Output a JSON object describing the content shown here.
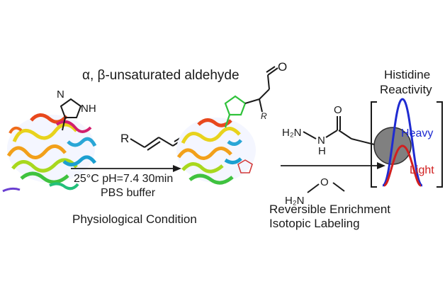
{
  "reagent": "α, β-unsaturated aldehyde",
  "conditions": {
    "line1": "25°C pH=7.4 30min",
    "line2": "PBS buffer"
  },
  "physiological": "Physiological Condition",
  "workup": {
    "line1": "Reversible Enrichment",
    "line2": "Isotopic Labeling"
  },
  "readout": {
    "title_line1": "Histidine",
    "title_line2": "Reactivity",
    "heavy": "Heavy",
    "light": "Light",
    "heavy_color": "#1f2bd1",
    "light_color": "#d11f1f"
  },
  "chem": {
    "R": "R",
    "O": "O",
    "NH": "NH",
    "N": "N",
    "R_small": "R",
    "O_product": "O",
    "hydrazide_H2N": "H₂N",
    "hydrazide_NH": "N",
    "hydrazide_H": "H",
    "hydrazide_O": "O",
    "amine_H2N": "H₂N",
    "amine_O": "O"
  }
}
